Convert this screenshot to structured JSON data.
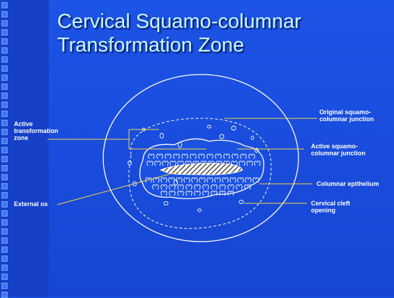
{
  "slide": {
    "title_line1": "Cervical Squamo-columnar",
    "title_line2": "Transformation Zone"
  },
  "labels": {
    "active_transformation_zone_1": "Active",
    "active_transformation_zone_2": "transformation",
    "active_transformation_zone_3": "zone",
    "external_os": "External os",
    "original_junction_1": "Original squamo-",
    "original_junction_2": "columnar junction",
    "active_junction_1": "Active squamo-",
    "active_junction_2": "columnar junction",
    "columnar_epithelium": "Columnar epithelium",
    "cleft_opening_1": "Cervical cleft",
    "cleft_opening_2": "opening"
  },
  "colors": {
    "background": "#1c54e6",
    "title": "#c8f7ff",
    "leader_lines": "#f5d64a",
    "diagram_lines": "#ffffff",
    "text": "#ffffff"
  }
}
